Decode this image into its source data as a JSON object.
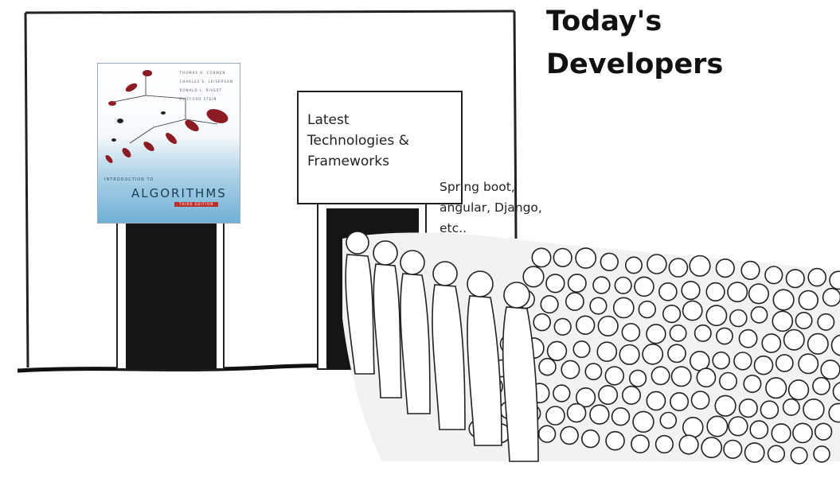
{
  "title": {
    "line1": "Today's",
    "line2": "Developers"
  },
  "sign": {
    "line1": "Latest",
    "line2": "Technologies &",
    "line3": "Frameworks"
  },
  "note": {
    "line1": "Spring boot,",
    "line2": "angular, Django,",
    "line3": "etc.."
  },
  "book": {
    "authors": [
      "THOMAS H. CORMEN",
      "CHARLES E. LEISERSON",
      "RONALD L. RIVEST",
      "CLIFFORD STEIN"
    ],
    "intro": "INTRODUCTION TO",
    "title": "ALGORITHMS",
    "edition": "THIRD EDITION"
  },
  "colors": {
    "ink": "#111111",
    "book_blue": "#6fb1d6",
    "book_red": "#8b1c24"
  }
}
